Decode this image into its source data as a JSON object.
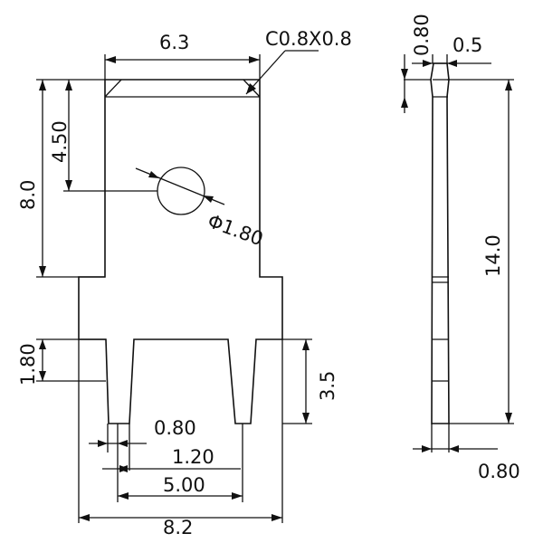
{
  "front_view": {
    "width_top": "6.3",
    "chamfer": "C0.8X0.8",
    "height_total": "8.0",
    "hole_offset": "4.50",
    "hole_diameter": "Φ1.80",
    "slot_depth": "1.80",
    "notch_height": "3.5",
    "pin_gap": "0.80",
    "pin_width": "1.20",
    "pin_span": "5.00",
    "width_bottom": "8.2"
  },
  "side_view": {
    "top_thickness": "0.80",
    "lead_width": "0.5",
    "length": "14.0",
    "bottom_thickness": "0.80"
  }
}
